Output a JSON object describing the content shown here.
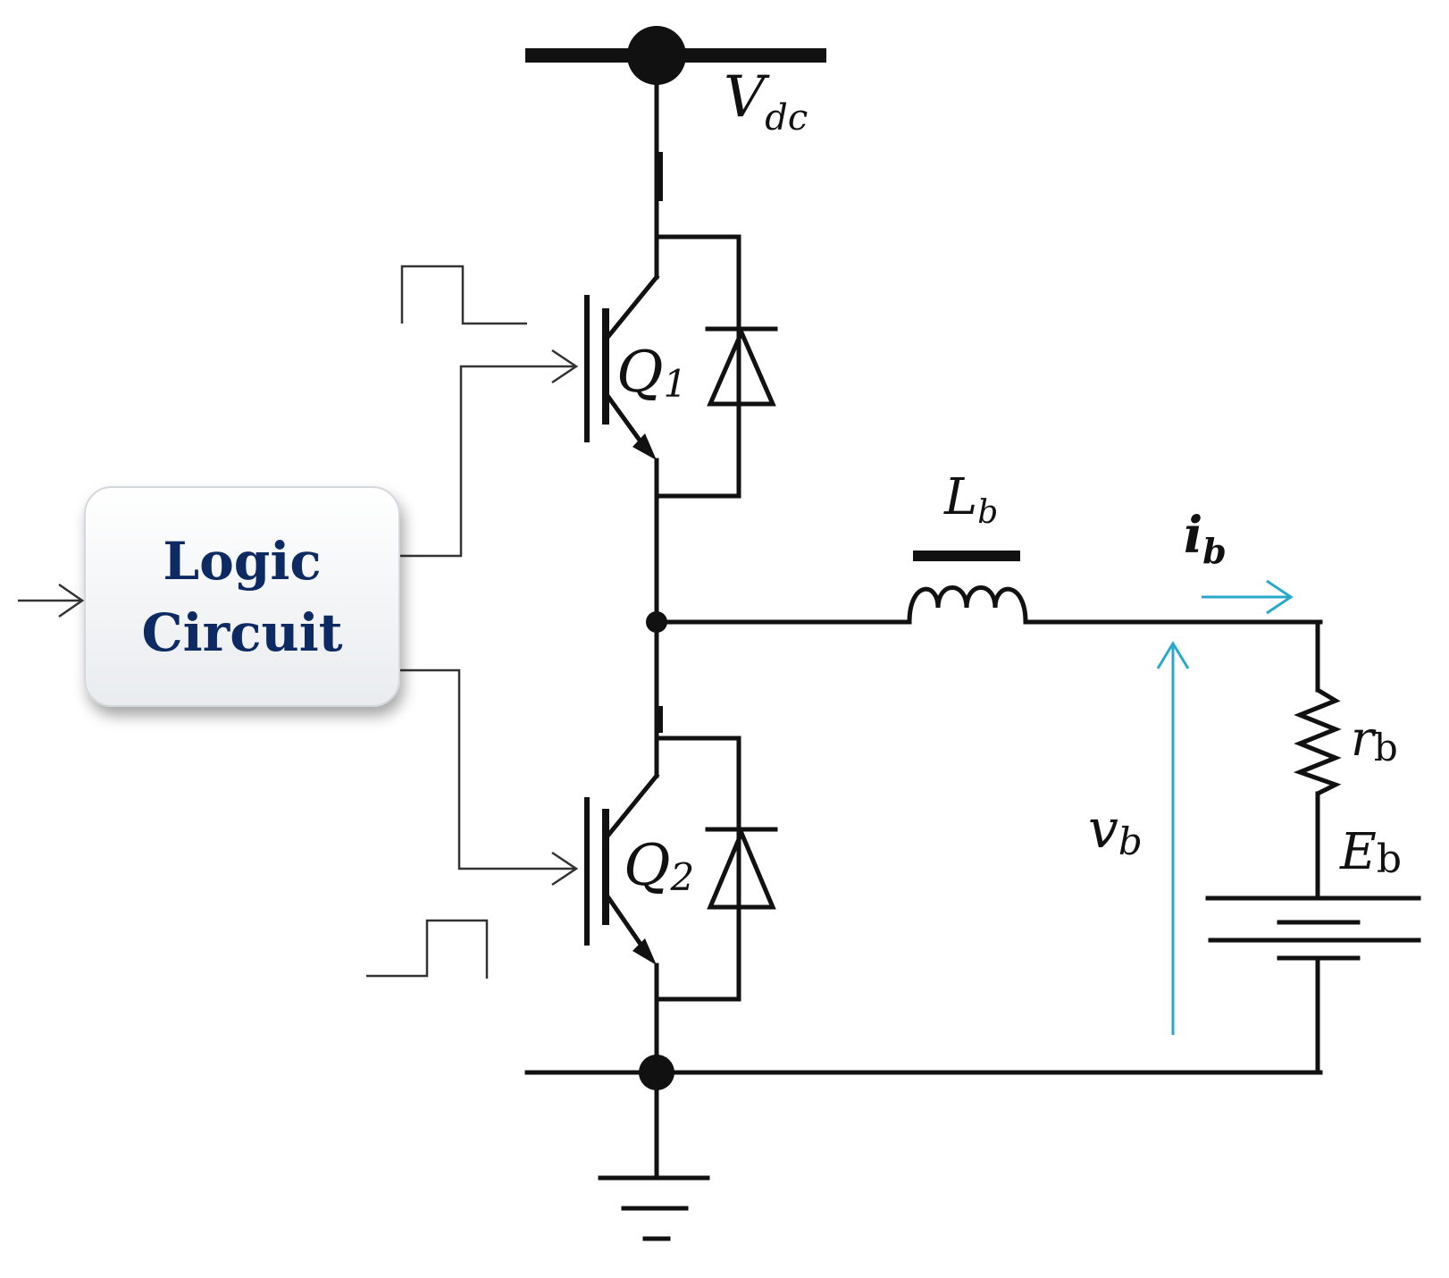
{
  "logic_block": {
    "line1": "Logic",
    "line2": "Circuit"
  },
  "supply": {
    "main": "V",
    "sub": "dc"
  },
  "transistors": [
    {
      "main": "Q",
      "sub": "1"
    },
    {
      "main": "Q",
      "sub": "2"
    }
  ],
  "inductor": {
    "main": "L",
    "sub": "b"
  },
  "current": {
    "main": "i",
    "sub": "b"
  },
  "resistor": {
    "main": "r",
    "sub": "b"
  },
  "battery": {
    "main": "E",
    "sub": "b"
  },
  "voltage": {
    "main": "v",
    "sub": "b"
  },
  "colors": {
    "wire": "#111111",
    "accent": "#29a9c9",
    "logic_text": "#0d2a63"
  }
}
